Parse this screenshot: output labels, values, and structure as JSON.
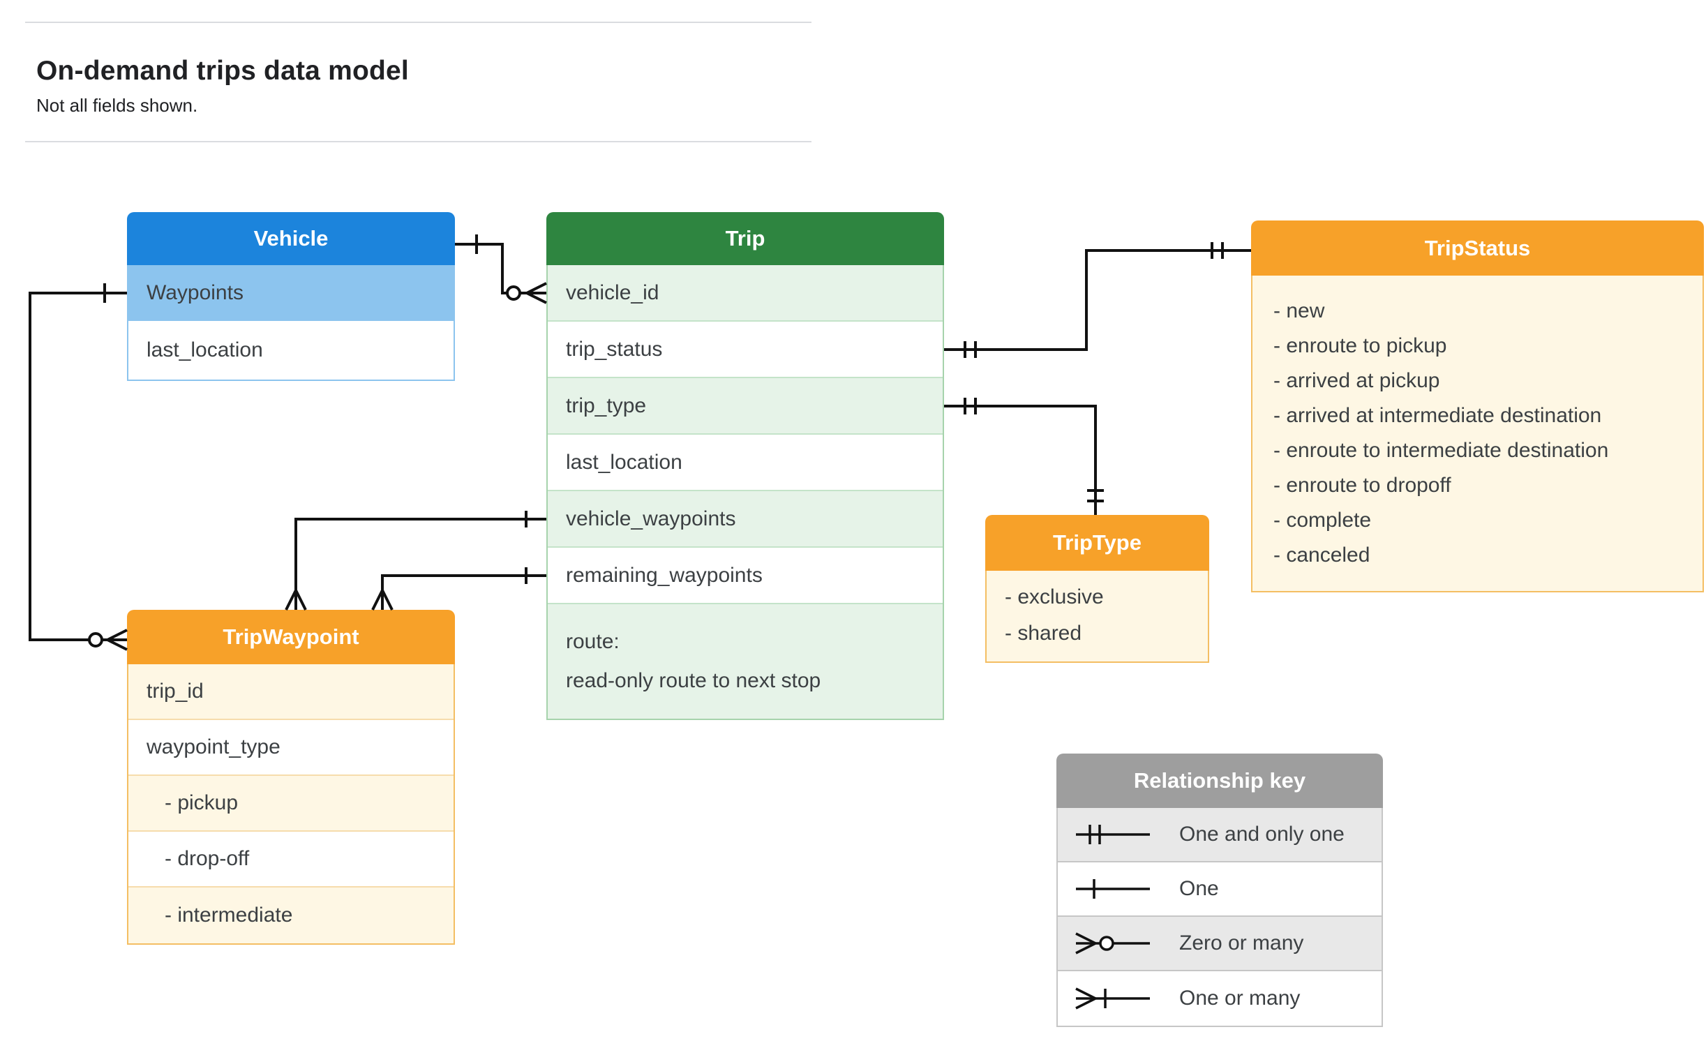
{
  "page": {
    "title": "On-demand trips data model",
    "subtitle": "Not all fields shown."
  },
  "entities": {
    "vehicle": {
      "title": "Vehicle",
      "rows": [
        "Waypoints",
        "last_location"
      ]
    },
    "trip": {
      "title": "Trip",
      "rows": [
        "vehicle_id",
        "trip_status",
        "trip_type",
        "last_location",
        "vehicle_waypoints",
        "remaining_waypoints"
      ],
      "route_line1": "route:",
      "route_line2": "read-only route to next stop"
    },
    "tripStatus": {
      "title": "TripStatus",
      "items": [
        "- new",
        "- enroute to pickup",
        "- arrived at pickup",
        "- arrived at intermediate destination",
        "- enroute to intermediate destination",
        "- enroute to dropoff",
        "- complete",
        "- canceled"
      ]
    },
    "tripType": {
      "title": "TripType",
      "items": [
        "- exclusive",
        "- shared"
      ]
    },
    "tripWaypoint": {
      "title": "TripWaypoint",
      "rows": [
        "trip_id",
        "waypoint_type",
        "- pickup",
        "- drop-off",
        "- intermediate"
      ]
    }
  },
  "legend": {
    "title": "Relationship key",
    "items": [
      {
        "symbol": "one-and-only-one-symbol",
        "label": "One and only one"
      },
      {
        "symbol": "one-symbol",
        "label": "One"
      },
      {
        "symbol": "zero-or-many-symbol",
        "label": "Zero or many"
      },
      {
        "symbol": "one-or-many-symbol",
        "label": "One or many"
      }
    ]
  },
  "colors": {
    "vehicle_header": "#1C84DC",
    "vehicle_highlight_row": "#8CC4EE",
    "trip_header": "#2E8540",
    "trip_alt_row": "#E6F3E8",
    "orange_header": "#F7A129",
    "orange_alt_row": "#FEF7E4",
    "legend_header": "#9E9E9E",
    "connector": "#111111",
    "divider": "#DADCE0"
  }
}
